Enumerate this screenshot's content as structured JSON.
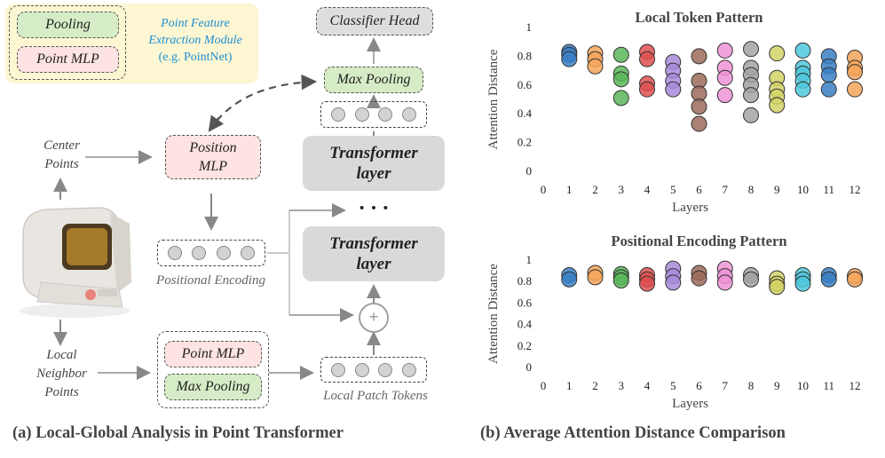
{
  "legend": {
    "pooling": "Pooling",
    "point_mlp": "Point MLP",
    "module_line1": "Point Feature",
    "module_line2": "Extraction Module",
    "module_line3": "(e.g. PointNet)"
  },
  "diagram": {
    "center_points": [
      "Center",
      "Points"
    ],
    "local_neighbor_points": [
      "Local",
      "Neighbor",
      "Points"
    ],
    "position_mlp": [
      "Position",
      "MLP"
    ],
    "positional_encoding": "Positional Encoding",
    "point_mlp": "Point MLP",
    "max_pooling": "Max Pooling",
    "local_patch_tokens": "Local Patch Tokens",
    "transformer_layer": [
      "Transformer",
      "layer"
    ],
    "max_pooling_top": "Max Pooling",
    "classifier_head": "Classifier Head",
    "ellipsis": "• • •",
    "plus": "+"
  },
  "captions": {
    "left": "(a) Local-Global Analysis in Point Transformer",
    "right": "(b) Average Attention Distance Comparison"
  },
  "colors": [
    "#3a7fc4",
    "#f4a45a",
    "#5bb65b",
    "#de5050",
    "#a98adb",
    "#9b6b5a",
    "#ee93d6",
    "#a3a3a3",
    "#d2d266",
    "#4fc8dc",
    "#3a7fc4",
    "#f4a45a"
  ],
  "chart_data": [
    {
      "type": "scatter",
      "title": "Local Token Pattern",
      "xlabel": "Layers",
      "ylabel": "Attention Distance",
      "xlim": [
        0,
        12
      ],
      "ylim": [
        0,
        1
      ],
      "xticks": [
        "0",
        "1",
        "2",
        "3",
        "4",
        "5",
        "6",
        "7",
        "8",
        "9",
        "10",
        "11",
        "12"
      ],
      "yticks": [
        "0",
        "0.2",
        "0.4",
        "0.6",
        "0.8",
        "1"
      ],
      "grid": false,
      "series": [
        {
          "x": 1,
          "values": [
            0.83,
            0.81,
            0.78
          ]
        },
        {
          "x": 2,
          "values": [
            0.82,
            0.78,
            0.73
          ]
        },
        {
          "x": 3,
          "values": [
            0.81,
            0.68,
            0.64,
            0.51
          ]
        },
        {
          "x": 4,
          "values": [
            0.83,
            0.78,
            0.61,
            0.57
          ]
        },
        {
          "x": 5,
          "values": [
            0.76,
            0.7,
            0.63,
            0.57
          ]
        },
        {
          "x": 6,
          "values": [
            0.8,
            0.63,
            0.54,
            0.45,
            0.33
          ]
        },
        {
          "x": 7,
          "values": [
            0.84,
            0.72,
            0.65,
            0.53
          ]
        },
        {
          "x": 8,
          "values": [
            0.85,
            0.72,
            0.67,
            0.6,
            0.53,
            0.39
          ]
        },
        {
          "x": 9,
          "values": [
            0.82,
            0.65,
            0.57,
            0.52,
            0.46
          ]
        },
        {
          "x": 10,
          "values": [
            0.84,
            0.72,
            0.68,
            0.63,
            0.57
          ]
        },
        {
          "x": 11,
          "values": [
            0.8,
            0.73,
            0.67,
            0.57
          ]
        },
        {
          "x": 12,
          "values": [
            0.79,
            0.72,
            0.69,
            0.57
          ]
        }
      ]
    },
    {
      "type": "scatter",
      "title": "Positional Encoding Pattern",
      "xlabel": "Layers",
      "ylabel": "Attention Distance",
      "xlim": [
        0,
        12
      ],
      "ylim": [
        0,
        1
      ],
      "xticks": [
        "0",
        "1",
        "2",
        "3",
        "4",
        "5",
        "6",
        "7",
        "8",
        "9",
        "10",
        "11",
        "12"
      ],
      "yticks": [
        "0",
        "0.2",
        "0.4",
        "0.6",
        "0.8",
        "1"
      ],
      "grid": false,
      "series": [
        {
          "x": 1,
          "values": [
            0.86,
            0.82
          ]
        },
        {
          "x": 2,
          "values": [
            0.88,
            0.84
          ]
        },
        {
          "x": 3,
          "values": [
            0.87,
            0.84,
            0.81
          ]
        },
        {
          "x": 4,
          "values": [
            0.86,
            0.82,
            0.78
          ]
        },
        {
          "x": 5,
          "values": [
            0.92,
            0.85,
            0.79
          ]
        },
        {
          "x": 6,
          "values": [
            0.88,
            0.83
          ]
        },
        {
          "x": 7,
          "values": [
            0.92,
            0.85,
            0.79
          ]
        },
        {
          "x": 8,
          "values": [
            0.86,
            0.82
          ]
        },
        {
          "x": 9,
          "values": [
            0.83,
            0.78,
            0.75
          ]
        },
        {
          "x": 10,
          "values": [
            0.86,
            0.82,
            0.78
          ]
        },
        {
          "x": 11,
          "values": [
            0.86,
            0.82
          ]
        },
        {
          "x": 12,
          "values": [
            0.85,
            0.82
          ]
        }
      ]
    }
  ]
}
